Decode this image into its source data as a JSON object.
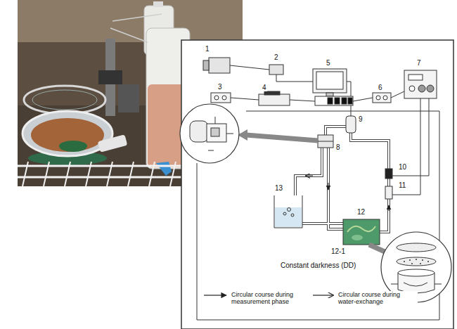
{
  "diagram": {
    "labels": [
      "1",
      "2",
      "3",
      "4",
      "5",
      "6",
      "7",
      "8",
      "9",
      "10",
      "11",
      "12",
      "13",
      "12-1",
      "Constant darkness (DD)"
    ],
    "legend": [
      {
        "text": "Circular course during measurement phase"
      },
      {
        "text": "Circular course during water-exchange"
      }
    ]
  }
}
